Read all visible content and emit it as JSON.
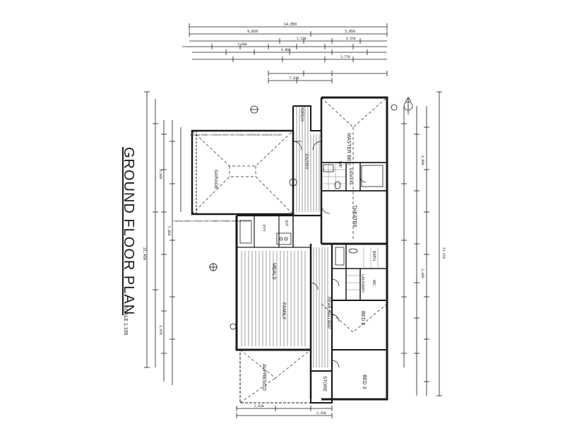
{
  "drawing": {
    "title": "GROUND FLOOR PLAN",
    "scale": "SCALE 1:100"
  },
  "rooms": {
    "master_bed": "MASTER BED",
    "porch": "PORCH",
    "garage": "GARAGE",
    "entry": "ENTRY",
    "ensuite": "ENSUITE",
    "theatre": "THEATRE",
    "bath": "BATH",
    "laundry": "LAUNDRY",
    "meals": "MEALS",
    "family": "FAMILY",
    "rear_hallway": "REAR HALLWAY",
    "bed_2": "BED 2",
    "bed_3": "BED 3",
    "alfresco": "ALFRESCO",
    "store": "STORE",
    "wip": "WIP",
    "pty": "PTY",
    "wc": "WC",
    "kit": "KIT"
  },
  "dimensions": {
    "overall_width": "14,050",
    "upper_total": "9,820",
    "right_segment": "3,950",
    "garage_width": "6,600",
    "entry_span": "2,830",
    "rear_bottom": "2,350",
    "depth_total": "21,450"
  },
  "notes": {
    "garage_door": "4810mm WIDE x 2100mm HIGH SECTIONAL OVERHEAD GARAGE DOOR",
    "rear_door": "2400mm WIDE x 2100mm HIGH TIMBER FRAMED GARAGE DOOR"
  }
}
